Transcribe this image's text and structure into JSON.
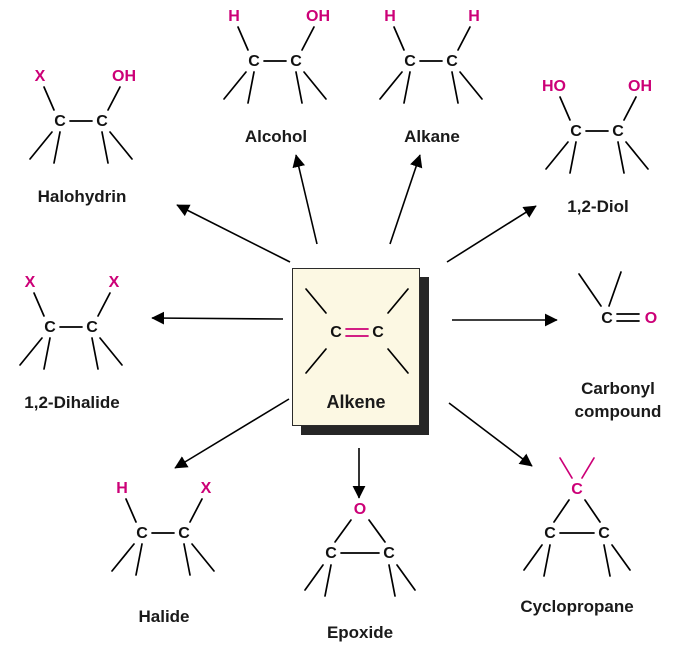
{
  "colors": {
    "accent": "#cc0077",
    "ink": "#000000",
    "box-bg": "#fcf8e3",
    "box-shadow": "#262626"
  },
  "center": {
    "label": "Alkene",
    "c1": "C",
    "c2": "C"
  },
  "products": {
    "halohydrin": {
      "name": "Halohydrin",
      "sub_left": "X",
      "sub_right": "OH",
      "c1": "C",
      "c2": "C"
    },
    "alcohol": {
      "name": "Alcohol",
      "sub_left": "H",
      "sub_right": "OH",
      "c1": "C",
      "c2": "C"
    },
    "alkane": {
      "name": "Alkane",
      "sub_left": "H",
      "sub_right": "H",
      "c1": "C",
      "c2": "C"
    },
    "diol": {
      "name": "1,2-Diol",
      "sub_left": "HO",
      "sub_right": "OH",
      "c1": "C",
      "c2": "C"
    },
    "dihalide": {
      "name": "1,2-Dihalide",
      "sub_left": "X",
      "sub_right": "X",
      "c1": "C",
      "c2": "C"
    },
    "carbonyl": {
      "name_lines": [
        "Carbonyl",
        "compound"
      ],
      "c": "C",
      "o": "O"
    },
    "halide": {
      "name": "Halide",
      "sub_left": "H",
      "sub_right": "X",
      "c1": "C",
      "c2": "C"
    },
    "epoxide": {
      "name": "Epoxide",
      "apex": "O",
      "c1": "C",
      "c2": "C"
    },
    "cyclopropane": {
      "name": "Cyclopropane",
      "apex": "C",
      "c1": "C",
      "c2": "C"
    }
  }
}
